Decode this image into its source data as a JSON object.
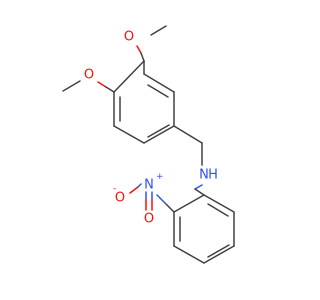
{
  "molecule": {
    "atoms": {
      "o_methoxy_top": "O",
      "o_methoxy_left": "O",
      "n_amine": "N",
      "h_amine": "H",
      "n_nitro": "N",
      "n_nitro_charge": "+",
      "o_nitro_minus": "O",
      "o_nitro_minus_charge": "-",
      "o_nitro_double": "O"
    },
    "colors": {
      "bond": "#404040",
      "oxygen": "#ff0d0d",
      "nitrogen": "#3050f8"
    }
  }
}
